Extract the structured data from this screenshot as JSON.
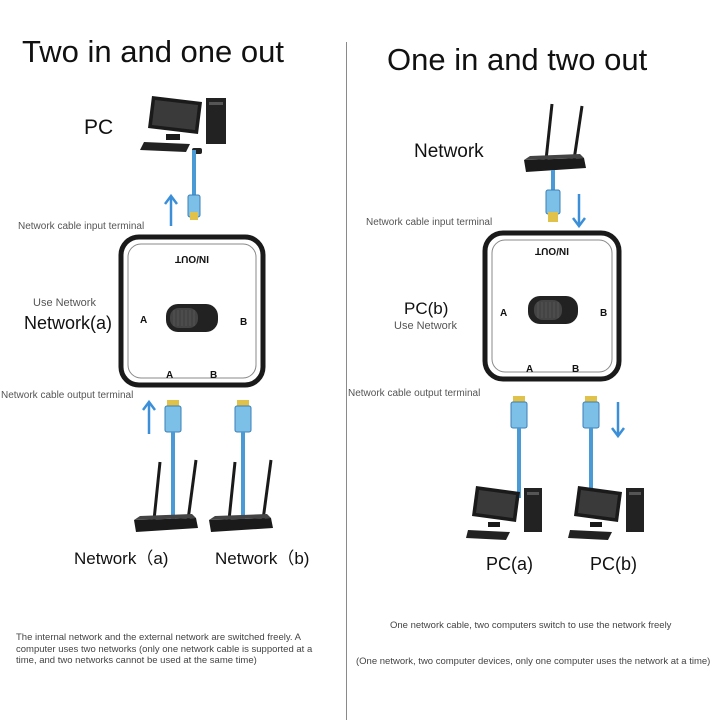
{
  "left": {
    "title": "Two in and one out",
    "pc_label": "PC",
    "input_terminal": "Network cable input terminal",
    "use_network": "Use Network",
    "network_selected": "Network(a)",
    "output_terminal": "Network cable output terminal",
    "network_a": "Network（a)",
    "network_b": "Network（b)",
    "description": "The internal network and the external network are switched freely. A computer uses two networks (only one network cable is supported at a time, and two networks cannot be used at the same time)"
  },
  "right": {
    "title": "One in and two out",
    "network_label": "Network",
    "input_terminal": "Network cable input terminal",
    "pc_selected": "PC(b)",
    "use_network": "Use Network",
    "output_terminal": "Network cable output terminal",
    "pc_a": "PC(a)",
    "pc_b": "PC(b)",
    "note": "One network cable, two computers switch to use the network freely",
    "description": "(One network, two computer devices, only one computer uses the network at a time)"
  },
  "switch": {
    "inout_label": "IN/OUT",
    "port_a": "A",
    "port_b": "B"
  },
  "colors": {
    "arrow": "#3b8fd8",
    "cable": "#4a9ad6",
    "switch_body": "#ffffff",
    "switch_border": "#1a1a1a"
  }
}
